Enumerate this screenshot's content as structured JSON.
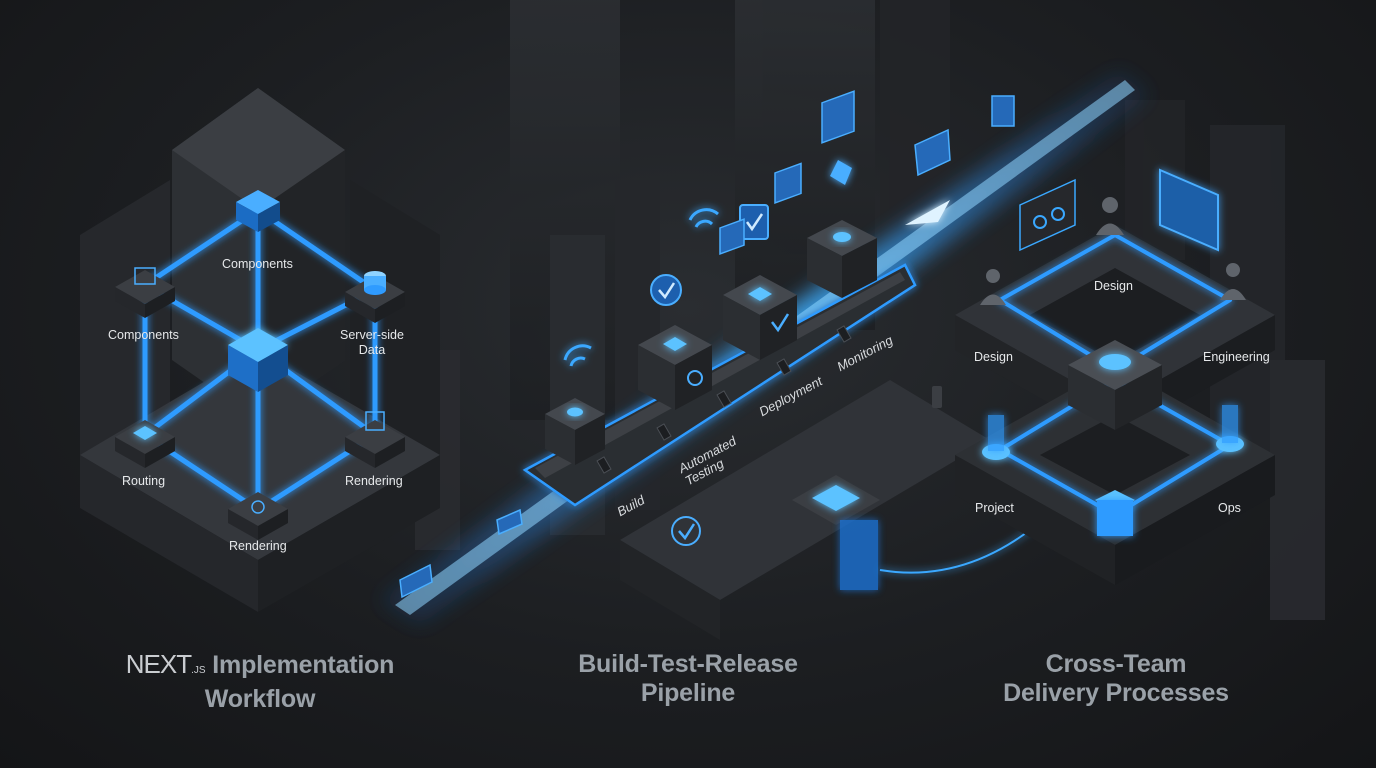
{
  "panels": [
    {
      "id": "nextjs",
      "logo_text": "NEXT",
      "logo_suffix": ".JS",
      "title_line1": "Implementation",
      "title_line2": "Workflow",
      "labels": {
        "components_top": "Components",
        "components_left": "Components",
        "server_side_line1": "Server-side",
        "server_side_line2": "Data",
        "routing": "Routing",
        "rendering_right": "Rendering",
        "rendering_bottom": "Rendering"
      }
    },
    {
      "id": "pipeline",
      "title_line1": "Build-Test-Release",
      "title_line2": "Pipeline",
      "stages": {
        "build": "Build",
        "automated_line1": "Automated",
        "automated_line2": "Testing",
        "deployment": "Deployment",
        "monitoring": "Monitoring"
      }
    },
    {
      "id": "crossteam",
      "title_line1": "Cross-Team",
      "title_line2": "Delivery Processes",
      "labels": {
        "design_top": "Design",
        "design_left": "Design",
        "engineering": "Engineering",
        "project": "Project",
        "ops": "Ops"
      }
    }
  ],
  "colors": {
    "accent": "#2f9bff",
    "accent_glow": "#5cc2ff",
    "block_top": "#3a3d42",
    "block_side": "#26282c"
  }
}
